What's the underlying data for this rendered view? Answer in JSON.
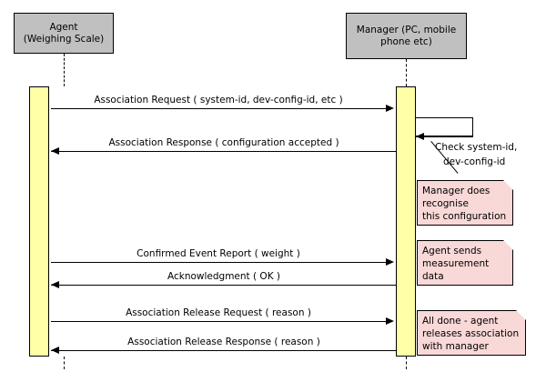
{
  "diagram": {
    "type": "sequence-diagram",
    "actors": [
      {
        "id": "agent",
        "label": "Agent\n(Weighing Scale)",
        "line1": "Agent",
        "line2": "(Weighing Scale)"
      },
      {
        "id": "manager",
        "label": "Manager (PC, mobile phone etc)",
        "line1": "Manager (PC, mobile",
        "line2": "phone etc)"
      }
    ],
    "messages": [
      {
        "id": "m1",
        "label": "Association Request ( system-id, dev-config-id, etc )",
        "direction": "right"
      },
      {
        "id": "m2",
        "label": "Association Response ( configuration accepted )",
        "direction": "left"
      },
      {
        "id": "m3",
        "label": "Confirmed Event Report ( weight )",
        "direction": "right"
      },
      {
        "id": "m4",
        "label": "Acknowledgment ( OK )",
        "direction": "left"
      },
      {
        "id": "m5",
        "label": "Association Release Request ( reason )",
        "direction": "right"
      },
      {
        "id": "m6",
        "label": "Association Release Response ( reason )",
        "direction": "left"
      }
    ],
    "self_action": {
      "line1": "Check system-id,",
      "line2": "dev-config-id"
    },
    "notes": [
      {
        "id": "n1",
        "line1": "Manager does",
        "line2": "recognise",
        "line3": "this configuration"
      },
      {
        "id": "n2",
        "line1": "Agent sends",
        "line2": "measurement",
        "line3": "data"
      },
      {
        "id": "n3",
        "line1": "All done - agent",
        "line2": "releases association",
        "line3": "with manager"
      }
    ],
    "colors": {
      "actor_fill": "#c0c0c0",
      "activation_fill": "#ffffa8",
      "note_fill": "#f9d8d8",
      "stroke": "#000000",
      "background": "#ffffff"
    }
  }
}
